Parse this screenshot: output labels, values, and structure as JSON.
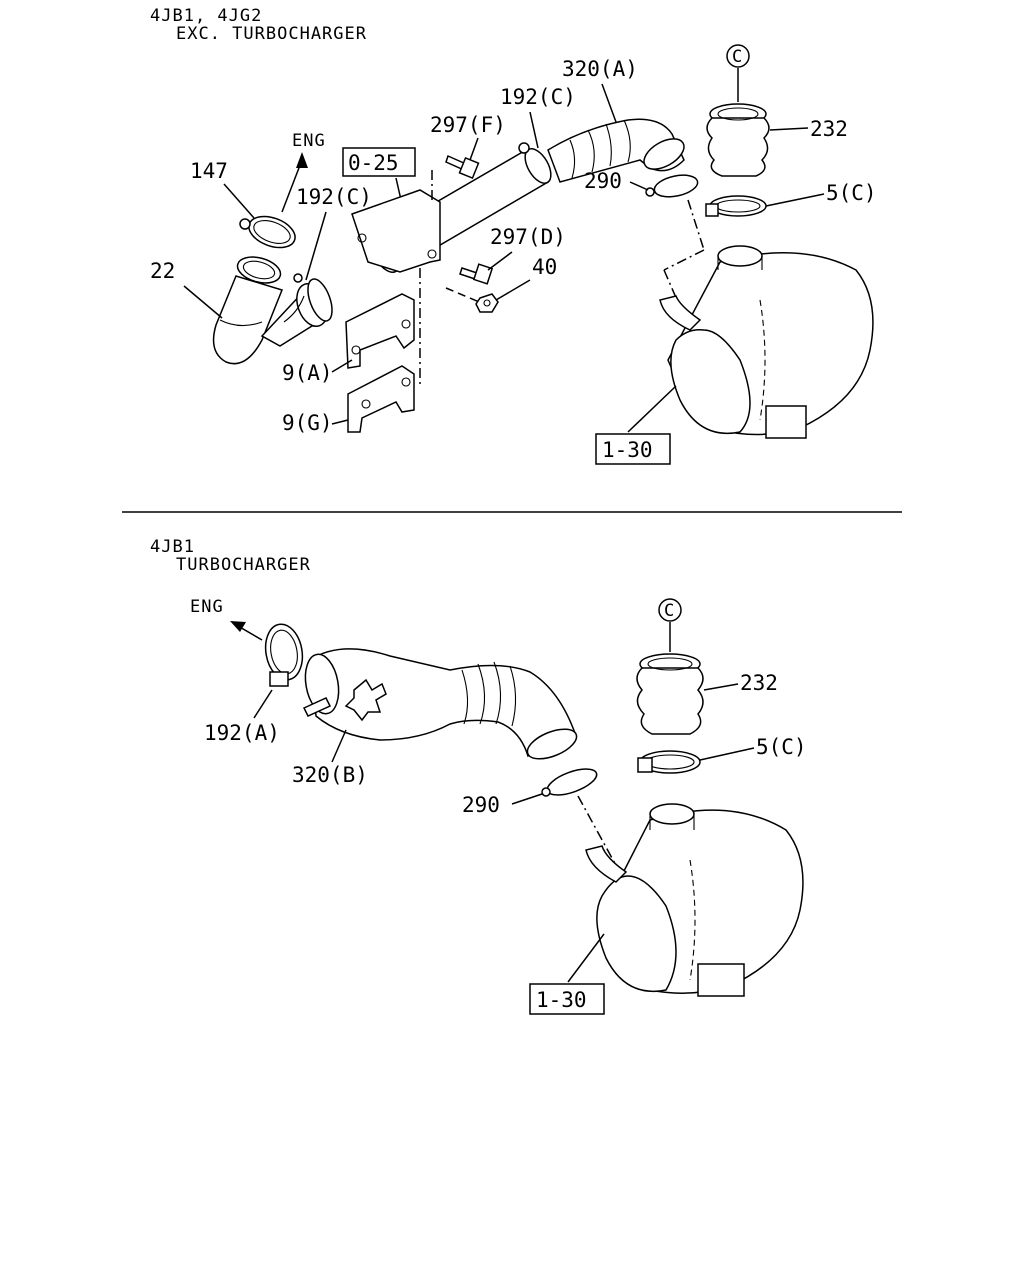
{
  "top_section": {
    "header_line1": "4JB1, 4JG2",
    "header_line2": "EXC. TURBOCHARGER",
    "labels": {
      "eng": "ENG",
      "p147": "147",
      "p22": "22",
      "p192c_left": "192(C)",
      "p0_25": "0-25",
      "p297f": "297(F)",
      "p192c_right": "192(C)",
      "p320a": "320(A)",
      "p297d": "297(D)",
      "p40": "40",
      "p290": "290",
      "p9a": "9(A)",
      "p9g": "9(G)",
      "c_mark": "C",
      "p232": "232",
      "p5c": "5(C)",
      "p1_30": "1-30"
    }
  },
  "bottom_section": {
    "header_line1": "4JB1",
    "header_line2": "TURBOCHARGER",
    "labels": {
      "eng": "ENG",
      "p192a": "192(A)",
      "p320b": "320(B)",
      "p290": "290",
      "c_mark": "C",
      "p232": "232",
      "p5c": "5(C)",
      "p1_30": "1-30"
    }
  }
}
